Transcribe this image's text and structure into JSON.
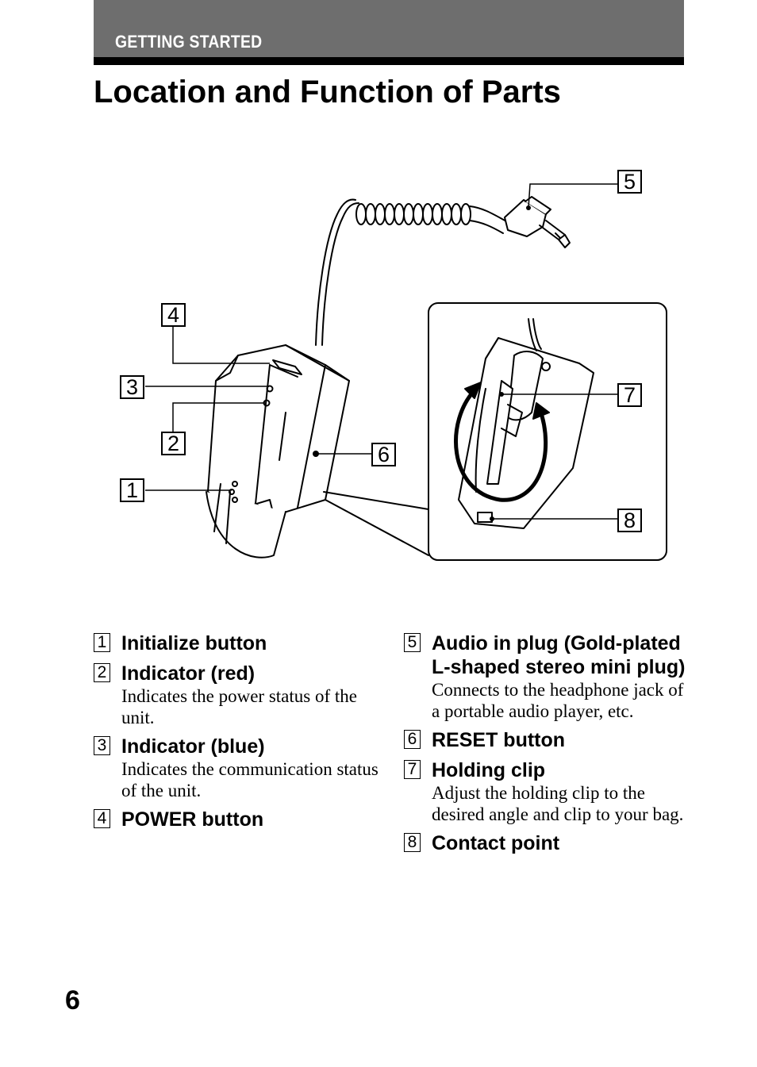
{
  "header": {
    "section": "GETTING STARTED",
    "title": "Location and Function of Parts"
  },
  "diagram": {
    "callouts": [
      "1",
      "2",
      "3",
      "4",
      "5",
      "6",
      "7",
      "8"
    ]
  },
  "parts_left": [
    {
      "num": "1",
      "title": "Initialize button",
      "desc": ""
    },
    {
      "num": "2",
      "title": "Indicator (red)",
      "desc": "Indicates the power status of the unit."
    },
    {
      "num": "3",
      "title": "Indicator (blue)",
      "desc": "Indicates the communication status of the unit."
    },
    {
      "num": "4",
      "title": "POWER button",
      "desc": ""
    }
  ],
  "parts_right": [
    {
      "num": "5",
      "title": "Audio in plug (Gold-plated L-shaped stereo mini plug)",
      "desc": "Connects to the headphone jack of a portable audio player, etc."
    },
    {
      "num": "6",
      "title": "RESET button",
      "desc": ""
    },
    {
      "num": "7",
      "title": "Holding clip",
      "desc": "Adjust the holding clip to the desired angle and clip to your bag."
    },
    {
      "num": "8",
      "title": "Contact point",
      "desc": ""
    }
  ],
  "footer": {
    "page_number": "6"
  }
}
